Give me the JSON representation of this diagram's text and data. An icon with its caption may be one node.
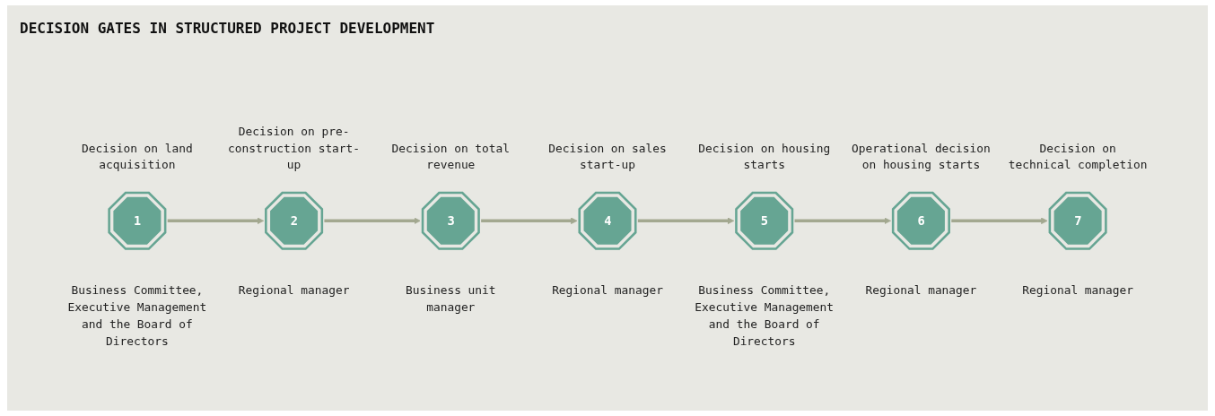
{
  "diagram": {
    "title": "DECISION GATES IN STRUCTURED PROJECT DEVELOPMENT",
    "nodes": [
      {
        "text": [
          "1"
        ],
        "beside": [
          "Decision on land acquisition",
          "Business Committee, Executive Management and the Board of Directors"
        ]
      },
      {
        "text": [
          "2"
        ],
        "beside": [
          "Decision on pre-construction start-up",
          "Regional manager"
        ]
      },
      {
        "text": [
          "3"
        ],
        "beside": [
          "Decision on total revenue",
          "Business unit manager"
        ]
      },
      {
        "text": [
          "4"
        ],
        "beside": [
          "Decision on sales start-up",
          "Regional manager"
        ]
      },
      {
        "text": [
          "5"
        ],
        "beside": [
          "Decision on housing starts",
          "Business Committee, Executive Management and the Board of Directors"
        ]
      },
      {
        "text": [
          "6"
        ],
        "beside": [
          "Operational decision on housing starts",
          "Regional manager"
        ]
      },
      {
        "text": [
          "7"
        ],
        "beside": [
          "Decision on technical completion",
          "Regional manager"
        ]
      }
    ],
    "edges": [
      {
        "from": 0,
        "to": 1,
        "arrow": "to"
      },
      {
        "from": 1,
        "to": 2,
        "arrow": "to"
      },
      {
        "from": 2,
        "to": 3,
        "arrow": "to"
      },
      {
        "from": 3,
        "to": 4,
        "arrow": "to"
      },
      {
        "from": 4,
        "to": 5,
        "arrow": "to"
      },
      {
        "from": 5,
        "to": 6,
        "arrow": "to"
      }
    ]
  }
}
